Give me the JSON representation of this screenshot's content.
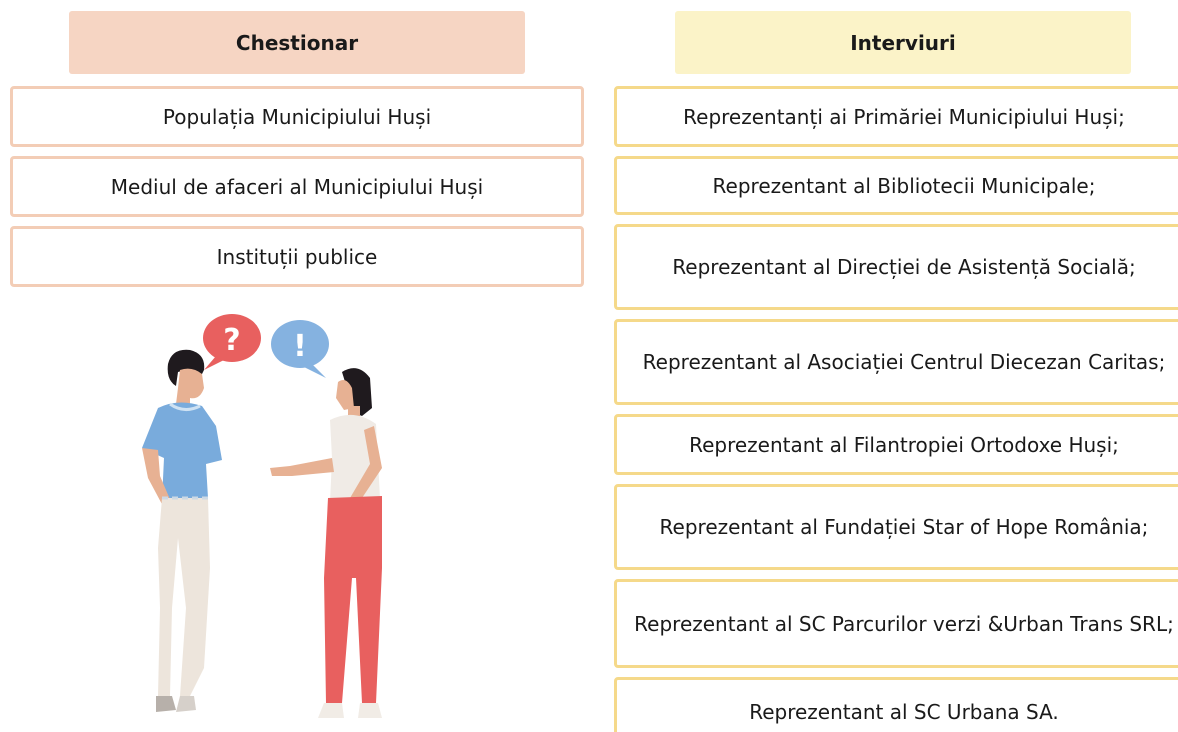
{
  "left_column": {
    "header": "Chestionar",
    "items": [
      "Populația Municipiului Huși",
      "Mediul de afaceri al Municipiului Huși",
      "Instituții publice"
    ]
  },
  "right_column": {
    "header": "Interviuri",
    "items": [
      "Reprezentanți ai Primăriei Municipiului Huși;",
      "Reprezentant al Bibliotecii Municipale;",
      "Reprezentant al Direcției de Asistență Socială;",
      "Reprezentant al Asociației Centrul Diecezan Caritas;",
      "Reprezentant al Filantropiei Ortodoxe Huși;",
      "Reprezentant al Fundației Star of Hope România;",
      "Reprezentant al SC Parcurilor verzi &Urban Trans SRL;",
      "Reprezentant al SC Urbana SA."
    ]
  },
  "illustration": {
    "bubble_left_symbol": "?",
    "bubble_right_symbol": "!",
    "colors": {
      "bubble_left": "#e8605f",
      "bubble_right": "#85b2e0",
      "man_shirt": "#79abdc",
      "man_pants": "#ede5dc",
      "woman_pants": "#e8605f",
      "skin": "#e7b193",
      "hair": "#1f1a1e"
    }
  },
  "colors": {
    "left_header_bg": "#f6d5c3",
    "left_border": "#f3cdb6",
    "right_header_bg": "#fbf3c8",
    "right_border": "#f5d98a"
  }
}
